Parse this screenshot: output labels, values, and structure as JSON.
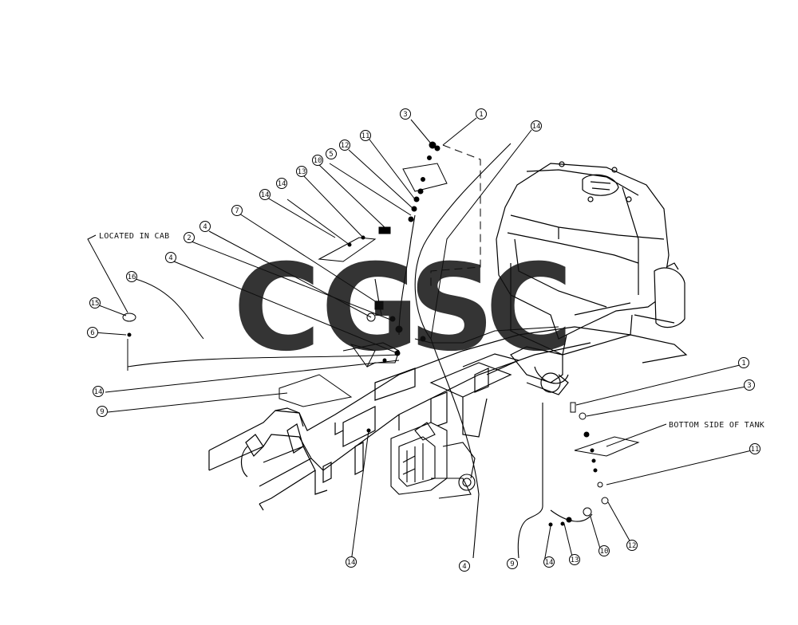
{
  "notes": {
    "located_in_cab": "LOCATED IN CAB",
    "bottom_side_of_tank": "BOTTOM SIDE OF TANK"
  },
  "callouts": [
    {
      "id": "c-3-top",
      "label": "3"
    },
    {
      "id": "c-1-top",
      "label": "1"
    },
    {
      "id": "c-14-topright",
      "label": "14"
    },
    {
      "id": "c-11-top",
      "label": "11"
    },
    {
      "id": "c-12-top",
      "label": "12"
    },
    {
      "id": "c-5-top",
      "label": "5"
    },
    {
      "id": "c-10-top",
      "label": "10"
    },
    {
      "id": "c-13-top",
      "label": "13"
    },
    {
      "id": "c-14-top",
      "label": "14"
    },
    {
      "id": "c-14-topleft",
      "label": "14"
    },
    {
      "id": "c-7",
      "label": "7"
    },
    {
      "id": "c-4-a",
      "label": "4"
    },
    {
      "id": "c-2",
      "label": "2"
    },
    {
      "id": "c-4-b",
      "label": "4"
    },
    {
      "id": "c-16",
      "label": "16"
    },
    {
      "id": "c-15",
      "label": "15"
    },
    {
      "id": "c-6",
      "label": "6"
    },
    {
      "id": "c-14-left",
      "label": "14"
    },
    {
      "id": "c-9-left",
      "label": "9"
    },
    {
      "id": "c-14-bottom",
      "label": "14"
    },
    {
      "id": "c-4-bottom",
      "label": "4"
    },
    {
      "id": "c-9-bottom",
      "label": "9"
    },
    {
      "id": "c-14-br",
      "label": "14"
    },
    {
      "id": "c-13-br",
      "label": "13"
    },
    {
      "id": "c-10-br",
      "label": "10"
    },
    {
      "id": "c-12-br",
      "label": "12"
    },
    {
      "id": "c-11-right",
      "label": "11"
    },
    {
      "id": "c-3-right",
      "label": "3"
    },
    {
      "id": "c-1-right",
      "label": "1"
    }
  ],
  "watermark": {
    "letters": [
      "C",
      "G",
      "S",
      "C"
    ],
    "colors": [
      "#4f8ef7",
      "#f26b6b",
      "#f7cf4a",
      "#3aa776"
    ]
  }
}
